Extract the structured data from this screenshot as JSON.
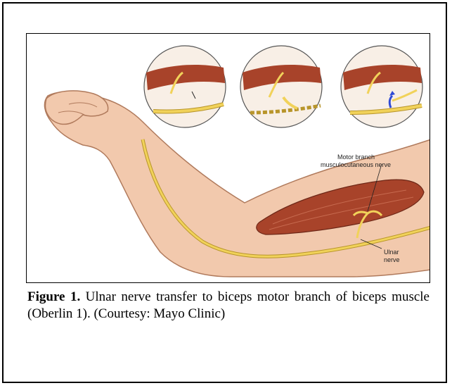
{
  "figure": {
    "annotations": {
      "motor_branch_line1": "Motor branch",
      "motor_branch_line2": "musculocutaneous nerve",
      "ulnar_line1": "Ulnar",
      "ulnar_line2": "nerve"
    },
    "insets": [
      "nerve-before-transfer",
      "nerve-cut",
      "nerve-transfer-sutured"
    ]
  },
  "caption": {
    "label": "Figure 1.",
    "text": " Ulnar nerve transfer to biceps motor branch of  biceps muscle (Oberlin 1). (Courtesy: Mayo Clinic)"
  },
  "colors": {
    "skin": "#f2c9ad",
    "skin_outline": "#b07a5c",
    "muscle": "#a8432a",
    "nerve": "#f1d25a",
    "nerve_outline": "#b8952a",
    "arrow": "#2f4bd6"
  }
}
